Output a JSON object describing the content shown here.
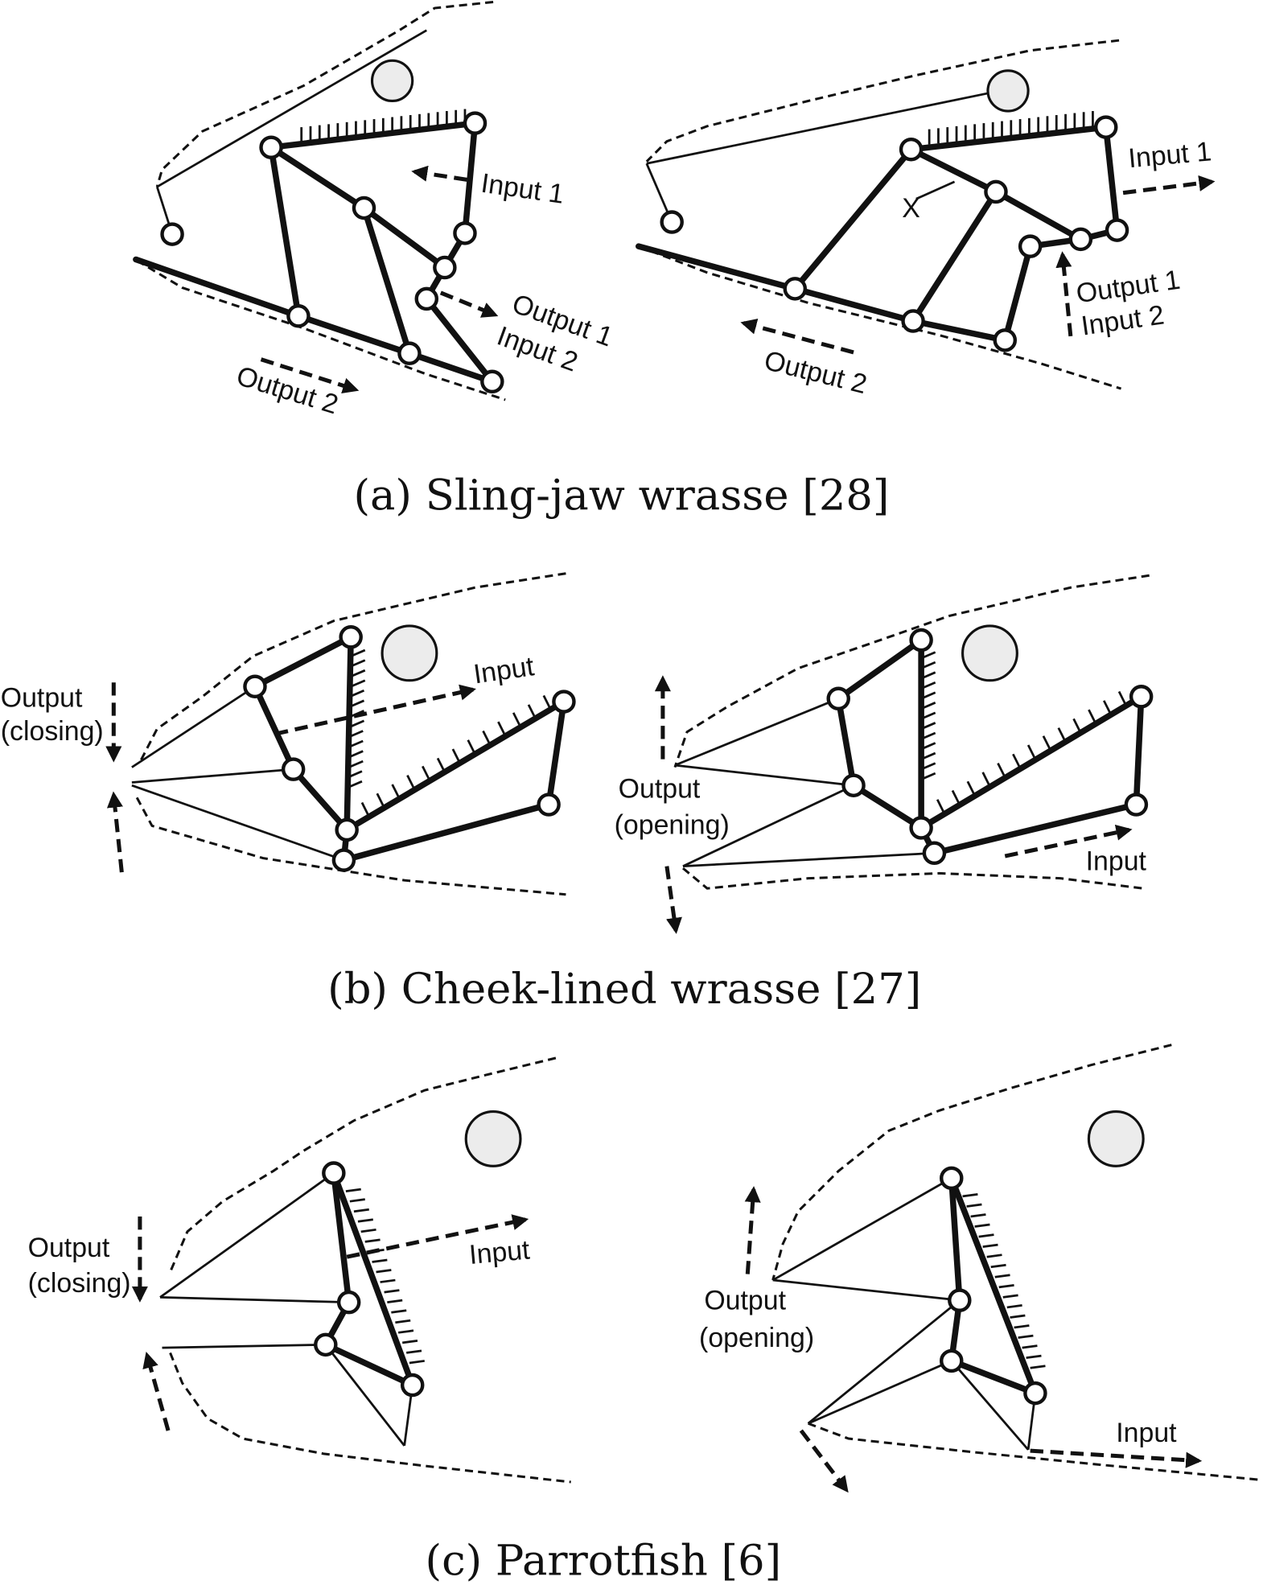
{
  "panels": {
    "a": {
      "caption": "(a) Sling-jaw wrasse [28]",
      "left": {
        "input1": "Input 1",
        "output1": "Output 1",
        "input2": "Input 2",
        "output2": "Output 2"
      },
      "right": {
        "input1": "Input 1",
        "x_label": "X",
        "output1": "Output 1",
        "input2": "Input 2",
        "output2": "Output 2"
      }
    },
    "b": {
      "caption": "(b) Cheek-lined wrasse [27]",
      "left": {
        "output_line1": "Output",
        "output_line2": "(closing)",
        "input": "Input"
      },
      "right": {
        "output_line1": "Output",
        "output_line2": "(opening)",
        "input": "Input"
      }
    },
    "c": {
      "caption": "(c) Parrotfish [6]",
      "left": {
        "output_line1": "Output",
        "output_line2": "(closing)",
        "input": "Input"
      },
      "right": {
        "output_line1": "Output",
        "output_line2": "(opening)",
        "input": "Input"
      }
    }
  },
  "colors": {
    "ink": "#111111",
    "eye_fill": "#ececec",
    "background": "#ffffff"
  }
}
